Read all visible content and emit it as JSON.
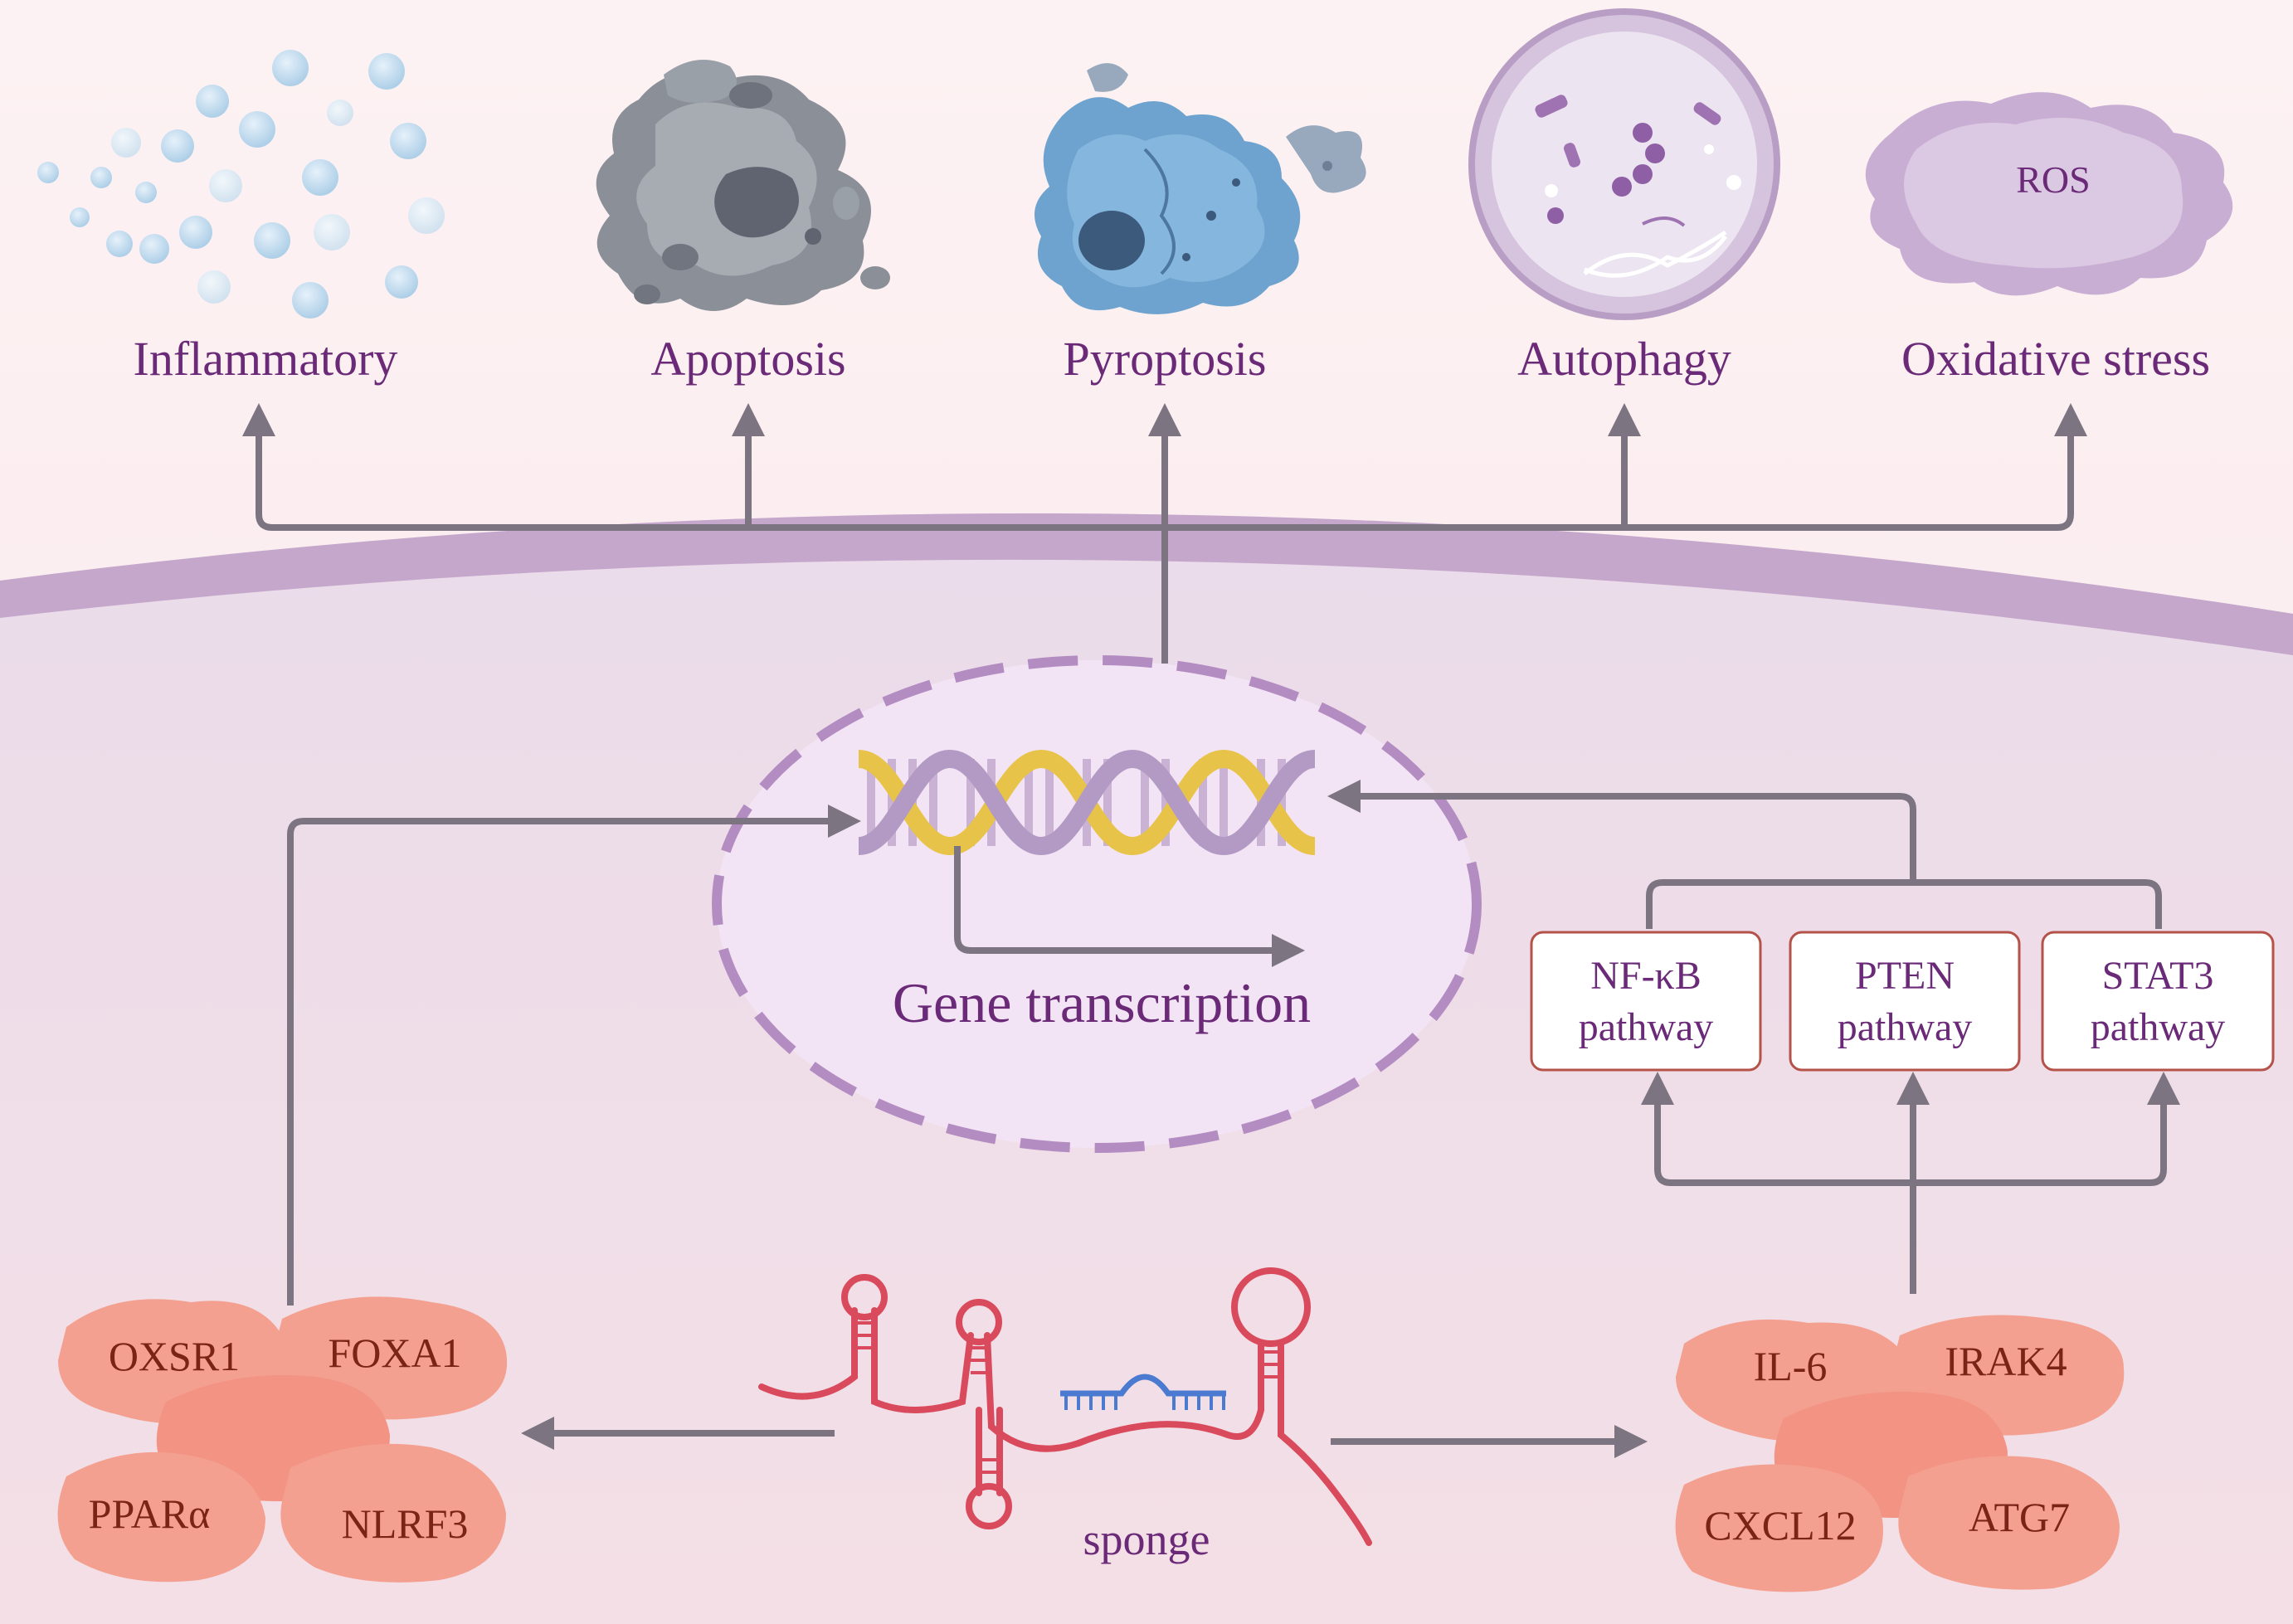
{
  "outcomes": [
    {
      "label": "Inflammatory"
    },
    {
      "label": "Apoptosis"
    },
    {
      "label": "Pyroptosis"
    },
    {
      "label": "Autophagy"
    },
    {
      "label": "Oxidative stress"
    }
  ],
  "ros_label": "ROS",
  "nucleus_label": "Gene transcription",
  "pathways": [
    {
      "line1": "NF-κB",
      "line2": "pathway"
    },
    {
      "line1": "PTEN",
      "line2": "pathway"
    },
    {
      "line1": "STAT3",
      "line2": "pathway"
    }
  ],
  "left_proteins": [
    "OXSR1",
    "FOXA1",
    "PPARα",
    "NLRF3"
  ],
  "right_proteins": [
    "IL-6",
    "IRAK4",
    "CXCL12",
    "ATG7"
  ],
  "rna_label": "sponge",
  "colors": {
    "label_purple": "#6a2a78",
    "arrow_gray": "#7d7482",
    "protein_salmon": "#f4a090",
    "rna_red": "#d94a5c",
    "membrane": "#c6a7cc"
  }
}
